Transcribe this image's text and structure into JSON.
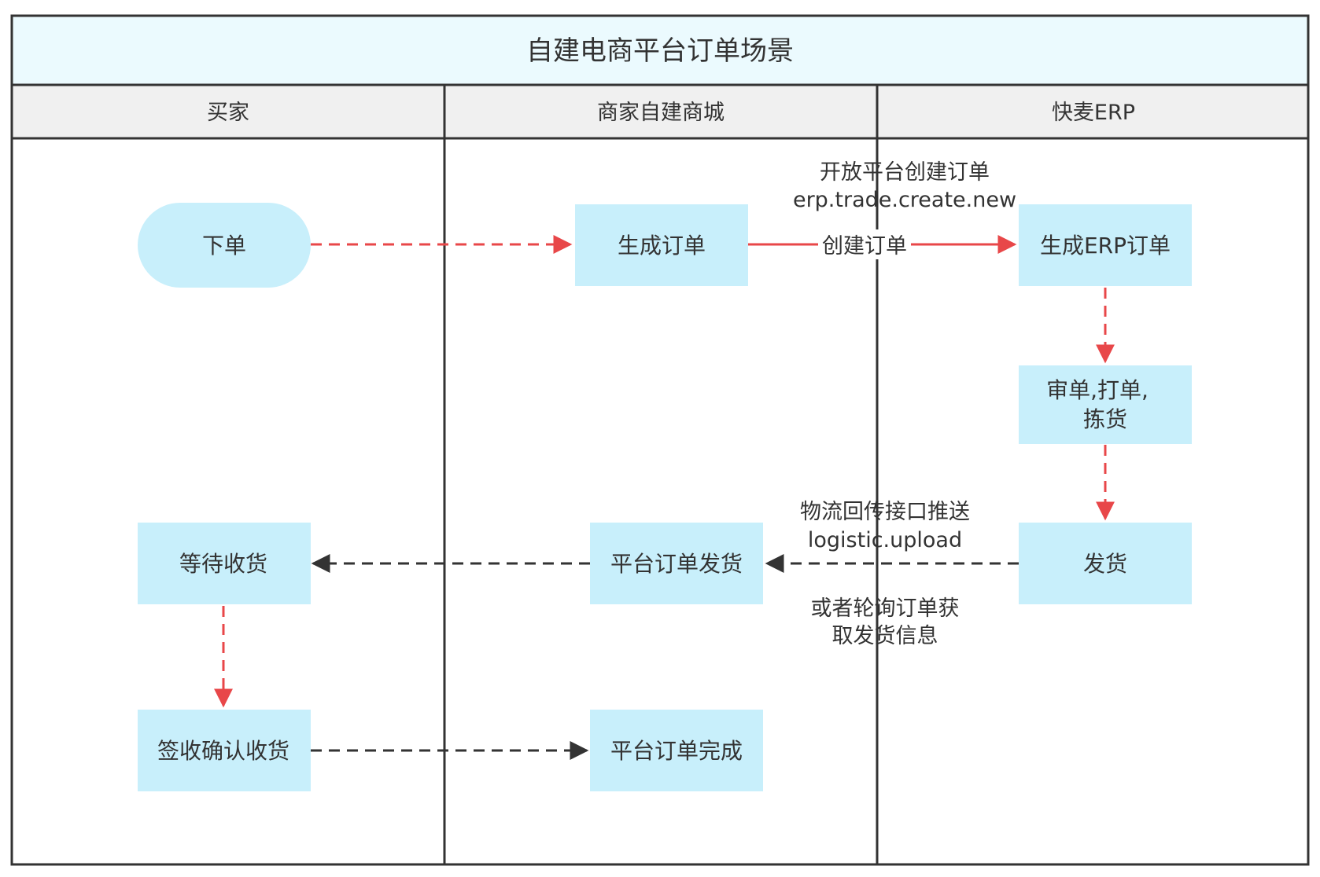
{
  "title": "自建电商平台订单场景",
  "lanes": [
    {
      "id": "buyer",
      "label": "买家"
    },
    {
      "id": "mall",
      "label": "商家自建商城"
    },
    {
      "id": "erp",
      "label": "快麦ERP"
    }
  ],
  "nodes": {
    "place_order": "下单",
    "generate_order": "生成订单",
    "generate_erp_order": "生成ERP订单",
    "review_print_pick_1": "审单,打单,",
    "review_print_pick_2": "拣货",
    "ship": "发货",
    "platform_ship": "平台订单发货",
    "wait_receive": "等待收货",
    "sign_confirm": "签收确认收货",
    "platform_complete": "平台订单完成"
  },
  "edge_labels": {
    "open_platform_1": "开放平台创建订单",
    "open_platform_2": "erp.trade.create.new",
    "create_order": "创建订单",
    "logistic_1": "物流回传接口推送",
    "logistic_2": "logistic.upload",
    "poll_1": "或者轮询订单获",
    "poll_2": "取发货信息"
  },
  "colors": {
    "header_bg": "#ebfafe",
    "lane_header_bg": "#f0f0f0",
    "node_fill": "#c8effb",
    "border": "#333333",
    "red_arrow": "#e84749",
    "dark_arrow": "#333333"
  }
}
